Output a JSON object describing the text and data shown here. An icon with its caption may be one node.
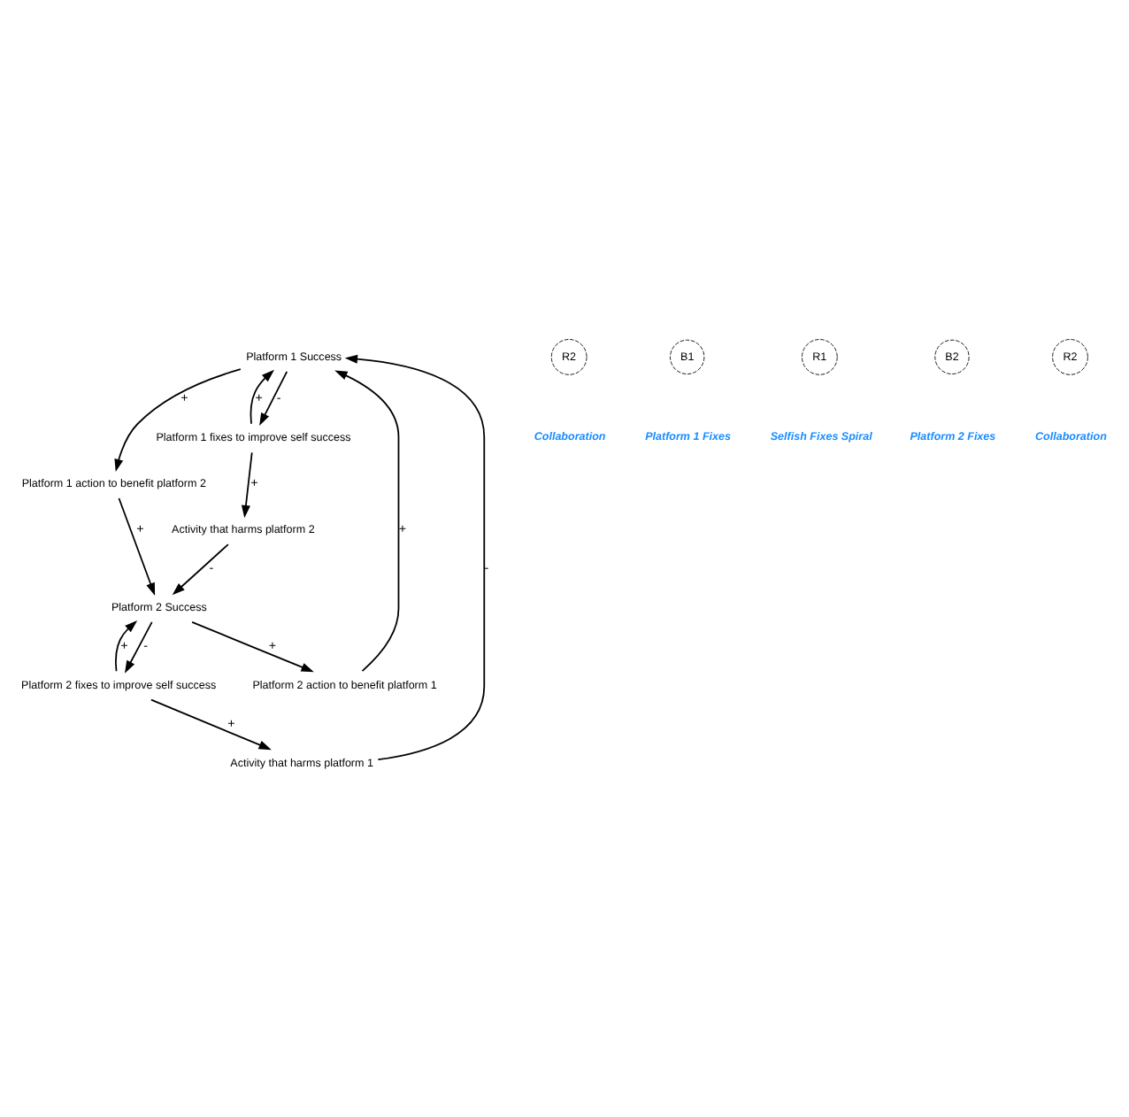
{
  "diagram": {
    "nodes": [
      {
        "text": [
          "Platform 1 Success"
        ]
      },
      {
        "text": [
          "Platform 1 action to benefit platform 2"
        ]
      },
      {
        "text": [
          "Platform 1 fixes to improve self success"
        ]
      },
      {
        "text": [
          "Activity that harms platform 2"
        ]
      },
      {
        "text": [
          "Activity that harms platform 1"
        ]
      },
      {
        "text": [
          "Platform 2 fixes to improve self success"
        ]
      },
      {
        "text": [
          "Platform 2 action to benefit platform 1"
        ]
      },
      {
        "text": [
          "Platform 2 Success"
        ]
      }
    ],
    "edges": [
      {
        "from": 0,
        "to": 1,
        "arrow": "to",
        "label": "+"
      },
      {
        "from": 1,
        "to": 7,
        "arrow": "to",
        "label": "+"
      },
      {
        "from": 0,
        "to": 2,
        "arrow": "to",
        "label": "-"
      },
      {
        "from": 2,
        "to": 0,
        "arrow": "to",
        "label": "+"
      },
      {
        "from": 2,
        "to": 3,
        "arrow": "to",
        "label": "+"
      },
      {
        "from": 3,
        "to": 7,
        "arrow": "to",
        "label": "-"
      },
      {
        "from": 7,
        "to": 5,
        "arrow": "to",
        "label": "-"
      },
      {
        "from": 5,
        "to": 7,
        "arrow": "to",
        "label": "+"
      },
      {
        "from": 5,
        "to": 4,
        "arrow": "to",
        "label": "+"
      },
      {
        "from": 4,
        "to": 0,
        "arrow": "to",
        "label": "-"
      },
      {
        "from": 7,
        "to": 6,
        "arrow": "to",
        "label": "+"
      },
      {
        "from": 6,
        "to": 0,
        "arrow": "to",
        "label": "+"
      }
    ],
    "labels": [
      "R2",
      "Collaboration",
      "B1",
      "Platform 1 Fixes",
      "R1",
      "Selfish Fixes Spiral",
      "B2",
      "Platform 2 Fixes",
      "R2",
      "Collaboration"
    ]
  }
}
